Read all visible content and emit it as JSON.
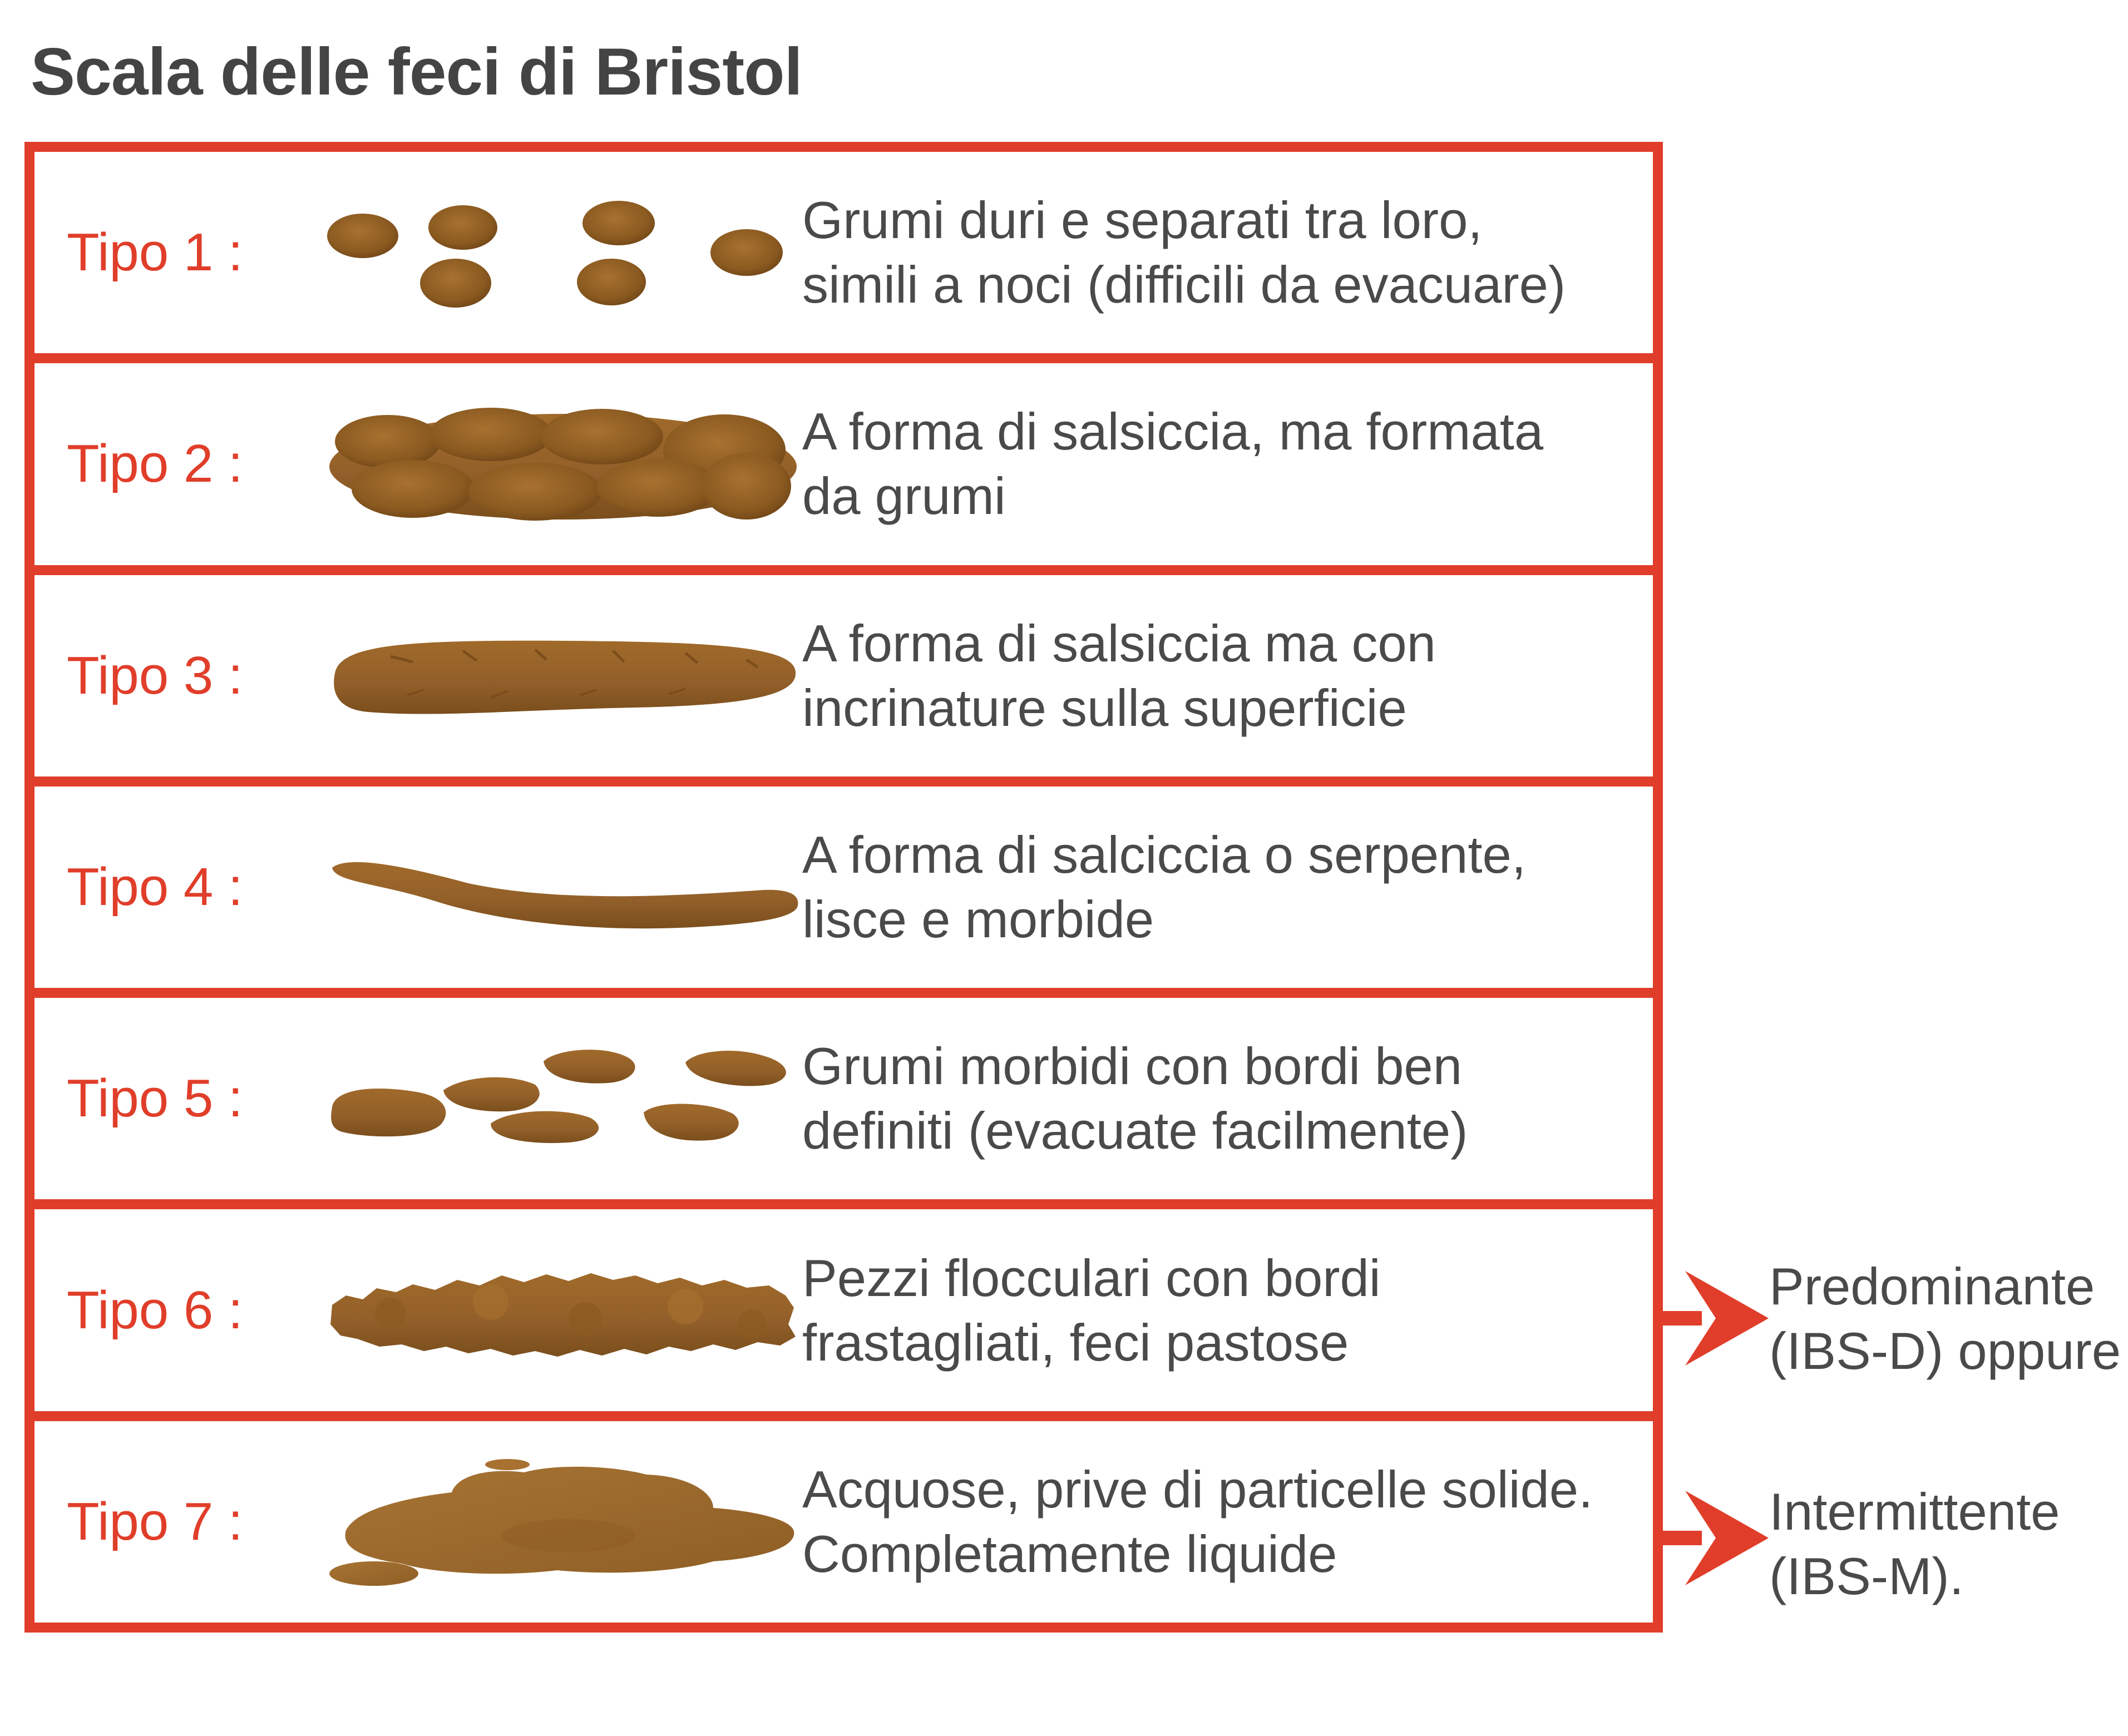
{
  "title": "Scala delle feci di Bristol",
  "colors": {
    "accent": "#E03E2A",
    "stool": "#9A6424",
    "stool_dark": "#6F4416",
    "text": "#4a4a4a",
    "title": "#444444"
  },
  "rows": [
    {
      "label": "Tipo 1 :",
      "line1": "Grumi duri e separati tra loro,",
      "line2": "simili a noci (difficili da evacuare)",
      "icon": "hard-lumps-icon"
    },
    {
      "label": "Tipo 2 :",
      "line1": "A forma di salsiccia, ma formata",
      "line2": "da grumi",
      "icon": "lumpy-sausage-icon"
    },
    {
      "label": "Tipo 3 :",
      "line1": "A forma di salsiccia ma con",
      "line2": "incrinature sulla superficie",
      "icon": "cracked-sausage-icon"
    },
    {
      "label": "Tipo 4 :",
      "line1": "A forma di salciccia o serpente,",
      "line2": "lisce e morbide",
      "icon": "smooth-snake-icon"
    },
    {
      "label": "Tipo 5 :",
      "line1": "Grumi morbidi con bordi ben",
      "line2": "definiti (evacuate facilmente)",
      "icon": "soft-blobs-icon"
    },
    {
      "label": "Tipo 6 :",
      "line1": "Pezzi flocculari con bordi",
      "line2": "frastagliati, feci pastose",
      "icon": "fluffy-pieces-icon"
    },
    {
      "label": "Tipo 7 :",
      "line1": "Acquose, prive di particelle solide.",
      "line2": "Completamente liquide",
      "icon": "watery-puddle-icon"
    }
  ],
  "notes": [
    {
      "line1": "Predominante",
      "line2": "(IBS-D) oppure"
    },
    {
      "line1": "Intermittente",
      "line2": "(IBS-M)."
    }
  ]
}
